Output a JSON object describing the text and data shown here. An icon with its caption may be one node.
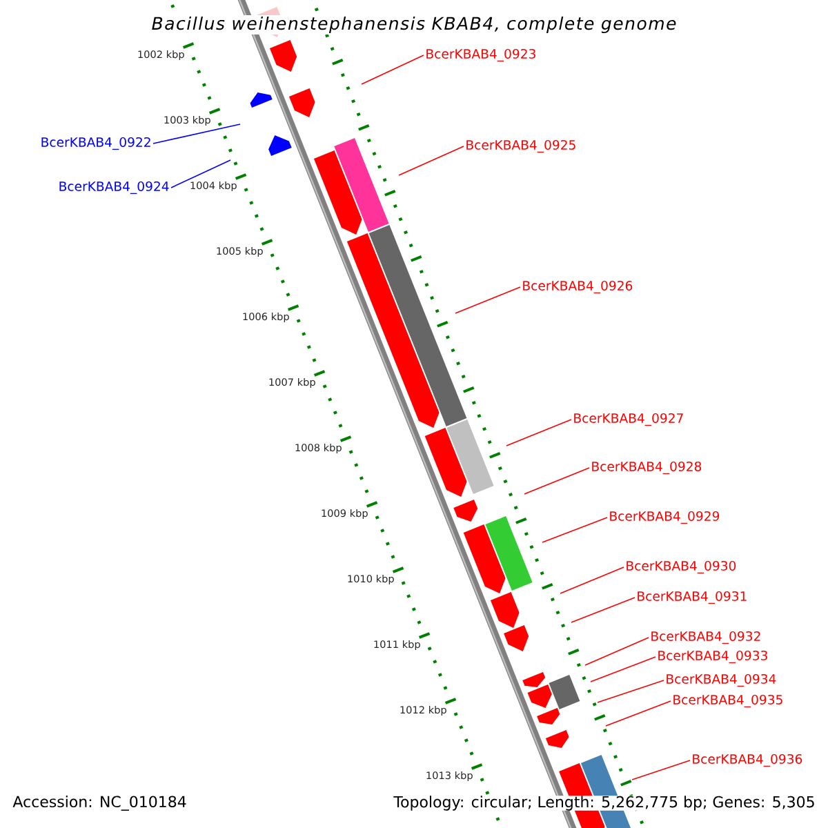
{
  "diagram": {
    "title": "Bacillus weihenstephanensis KBAB4, complete genome",
    "nodes": [
      {
        "text": [
          "BcerKBAB4_0923"
        ]
      },
      {
        "text": [
          "BcerKBAB4_0922"
        ]
      },
      {
        "text": [
          "BcerKBAB4_0925"
        ]
      },
      {
        "text": [
          "BcerKBAB4_0924"
        ]
      },
      {
        "text": [
          "BcerKBAB4_0926"
        ]
      },
      {
        "text": [
          "BcerKBAB4_0927"
        ]
      },
      {
        "text": [
          "BcerKBAB4_0928"
        ]
      },
      {
        "text": [
          "BcerKBAB4_0929"
        ]
      },
      {
        "text": [
          "BcerKBAB4_0930"
        ]
      },
      {
        "text": [
          "BcerKBAB4_0931"
        ]
      },
      {
        "text": [
          "BcerKBAB4_0932"
        ]
      },
      {
        "text": [
          "BcerKBAB4_0933"
        ]
      },
      {
        "text": [
          "BcerKBAB4_0934"
        ]
      },
      {
        "text": [
          "BcerKBAB4_0935"
        ]
      },
      {
        "text": [
          "BcerKBAB4_0936"
        ]
      }
    ],
    "edges": [
      {
        "from": 0,
        "to": null,
        "arrow": "none"
      },
      {
        "from": 1,
        "to": null,
        "arrow": "none",
        "color": "#0000ff"
      },
      {
        "from": 2,
        "to": null,
        "arrow": "none"
      },
      {
        "from": 3,
        "to": null,
        "arrow": "none",
        "color": "#0000ff"
      },
      {
        "from": 4,
        "to": null,
        "arrow": "none"
      },
      {
        "from": 5,
        "to": null,
        "arrow": "none"
      },
      {
        "from": 6,
        "to": null,
        "arrow": "none"
      },
      {
        "from": 7,
        "to": null,
        "arrow": "none"
      },
      {
        "from": 8,
        "to": null,
        "arrow": "none"
      },
      {
        "from": 9,
        "to": null,
        "arrow": "none"
      },
      {
        "from": 10,
        "to": null,
        "arrow": "none"
      },
      {
        "from": 11,
        "to": null,
        "arrow": "none"
      },
      {
        "from": 12,
        "to": null,
        "arrow": "none"
      },
      {
        "from": 13,
        "to": null,
        "arrow": "none"
      },
      {
        "from": 14,
        "to": null,
        "arrow": "none"
      }
    ],
    "labels": [
      "1002 kbp",
      "1003 kbp",
      "1004 kbp",
      "1005 kbp",
      "1006 kbp",
      "1007 kbp",
      "1008 kbp",
      "1009 kbp",
      "1010 kbp",
      "1011 kbp",
      "1012 kbp",
      "1013 kbp",
      "Accession: NC_010184",
      "Topology: circular; Length: 5,262,775 bp; Genes: 5,305"
    ]
  }
}
